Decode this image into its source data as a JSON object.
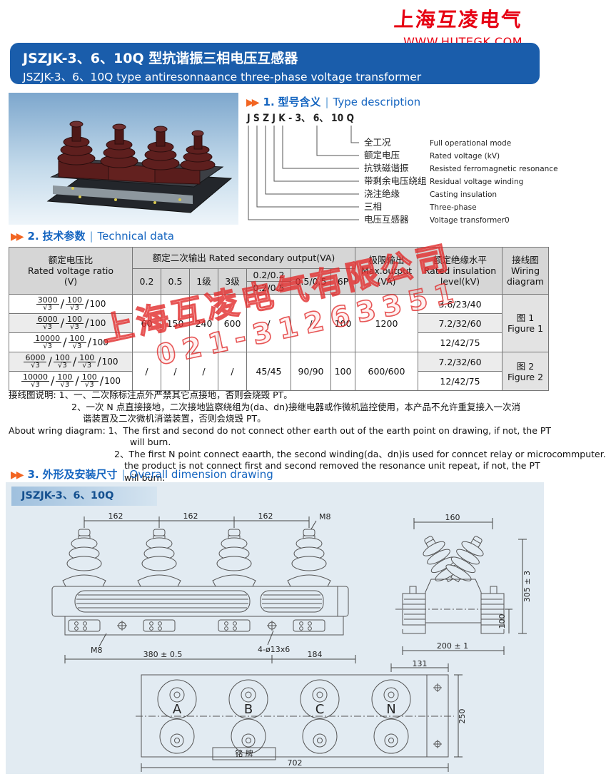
{
  "header": {
    "logo_text": "上海互凌电气",
    "website": "WWW.HUTEGK.COM",
    "brand_color": "#e60012"
  },
  "title_bar": {
    "line1_cn": "JSZJK-3、6、10Q 型抗谐振三相电压互感器",
    "line2_en": "JSZJK-3、6、10Q type antiresonnaance three-phase voltage transformer",
    "bg_color": "#1a5dab"
  },
  "sections": {
    "s1": {
      "num": "1.",
      "cn": "型号含义",
      "sep": "|",
      "en": "Type description"
    },
    "s2": {
      "num": "2.",
      "cn": "技术参数",
      "sep": "|",
      "en": "Technical data"
    },
    "s3": {
      "num": "3.",
      "cn": "外形及安装尺寸",
      "sep": "|",
      "en": "Overall dimension drawing"
    }
  },
  "type_desc": {
    "model": "J S Z J K - 3、 6、 10 Q",
    "items": [
      {
        "cn": "全工况",
        "en": "Full operational mode"
      },
      {
        "cn": "额定电压",
        "en": "Rated voltage (kV)"
      },
      {
        "cn": "抗铁磁谐振",
        "en": "Resisted ferromagnetic resonance"
      },
      {
        "cn": "带剩余电压绕组",
        "en": "Residual voltage winding"
      },
      {
        "cn": "浇注绝缘",
        "en": "Casting insulation"
      },
      {
        "cn": "三相",
        "en": "Three-phase"
      },
      {
        "cn": "电压互感器",
        "en": "Voltage transformer0"
      }
    ]
  },
  "table": {
    "h_ratio": "额定电压比\nRated voltage ratio\n(V)",
    "h_secondary": "额定二次输出  Rated secondary output(VA)",
    "h_max": "极限输出\nMax.output\n(VA)",
    "h_ins": "额定绝缘水平\nRated insulation\nlevel(kV)",
    "h_wiring": "接线图\nWiring\ndiagram",
    "sub": {
      "c1": "0.2",
      "c2": "0.5",
      "c3": "1级",
      "c4": "3级",
      "c5a": "0.2/0.2",
      "c5b": "0.2/0.5",
      "c6": "0.5/0.5",
      "c7": "6P"
    },
    "group1": {
      "sec": [
        "60",
        "150",
        "240",
        "600",
        "/",
        "/",
        "100"
      ],
      "max": "1200",
      "wiring": "图 1\nFigure 1"
    },
    "group2": {
      "sec": [
        "/",
        "/",
        "/",
        "/",
        "45/45",
        "90/90",
        "100"
      ],
      "max": "600/600",
      "wiring": "图 2\nFigure 2"
    },
    "rows": [
      {
        "ratio": [
          [
            "3000",
            "√3"
          ],
          [
            "100",
            "√3"
          ],
          [
            "100"
          ]
        ],
        "ins": "3.6/23/40"
      },
      {
        "ratio": [
          [
            "6000",
            "√3"
          ],
          [
            "100",
            "√3"
          ],
          [
            "100"
          ]
        ],
        "ins": "7.2/32/60"
      },
      {
        "ratio": [
          [
            "10000",
            "√3"
          ],
          [
            "100",
            "√3"
          ],
          [
            "100"
          ]
        ],
        "ins": "12/42/75"
      },
      {
        "ratio": [
          [
            "6000",
            "√3"
          ],
          [
            "100",
            "√3"
          ],
          [
            "100",
            "√3"
          ],
          [
            "100"
          ]
        ],
        "ins": "7.2/32/60"
      },
      {
        "ratio": [
          [
            "10000",
            "√3"
          ],
          [
            "100",
            "√3"
          ],
          [
            "100",
            "√3"
          ],
          [
            "100"
          ]
        ],
        "ins": "12/42/75"
      }
    ]
  },
  "notes": {
    "cn_lines": [
      "接线图说明: 1、一、二次除标注点外严禁其它点接地，否则会烧毁 PT。",
      "2、一次 N 点直接接地，二次接地监察绕组为(da、dn)接继电器或作微机监控使用，本产品不允许重复接入一次消",
      "谐装置及二次微机消谐装置，否则会烧毁 PT。"
    ],
    "en_lines": [
      "About wring diagram: 1、The first and second do not connect other earth out of the earth point on drawing, if not, the PT",
      "will burn.",
      "2、The first N point connect eaarth, the second winding(da、dn)is used for conncet relay or microcommputer.",
      "the product is not connect first and second removed the resonance unit repeat, if not, the PT",
      "will burn."
    ]
  },
  "drawing": {
    "panel_label": "JSZJK-3、6、10Q",
    "front": {
      "pitch1": "162",
      "pitch2": "162",
      "pitch3": "162",
      "bolt_top": "M8",
      "bolt_bottom": "M8",
      "holes": "4-ø13x6",
      "dim_width": "380 ± 0.5",
      "dim_side": "184"
    },
    "side": {
      "dim_top": "160",
      "dim_height": "305 ± 3",
      "dim_mid": "100",
      "dim_base": "200 ± 1"
    },
    "bottom": {
      "dim_offset": "131",
      "dim_depth": "250",
      "dim_length": "702",
      "phases": [
        "A",
        "B",
        "C",
        "N"
      ],
      "nameplate": "铭  牌"
    }
  },
  "watermark": {
    "company": "上海互凌电气有限公司",
    "phone": "021-31263351"
  }
}
